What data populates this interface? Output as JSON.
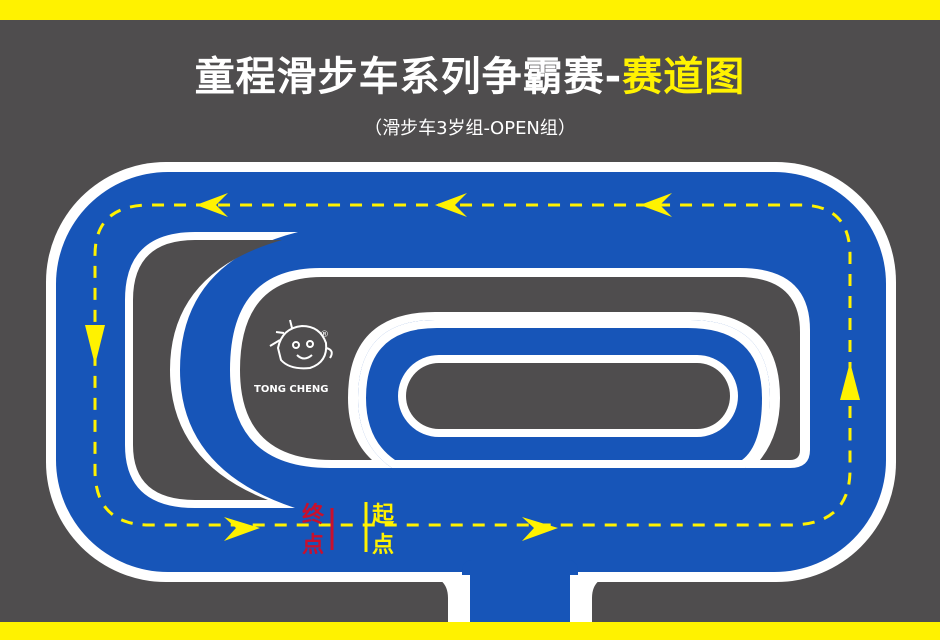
{
  "title": {
    "main": "童程滑步车系列争霸赛-",
    "highlight": "赛道图"
  },
  "subtitle": "（滑步车3岁组-OPEN组）",
  "logo": {
    "text": "TONG CHENG",
    "icon": "boy-face-icon",
    "registered": "®"
  },
  "finish": {
    "char1": "终",
    "char2": "点"
  },
  "start": {
    "char1": "起",
    "char2": "点"
  },
  "colors": {
    "background": "#4f4d4e",
    "track": "#1755b8",
    "border": "#ffffff",
    "accent": "#fff200",
    "finish": "#c8102e"
  }
}
